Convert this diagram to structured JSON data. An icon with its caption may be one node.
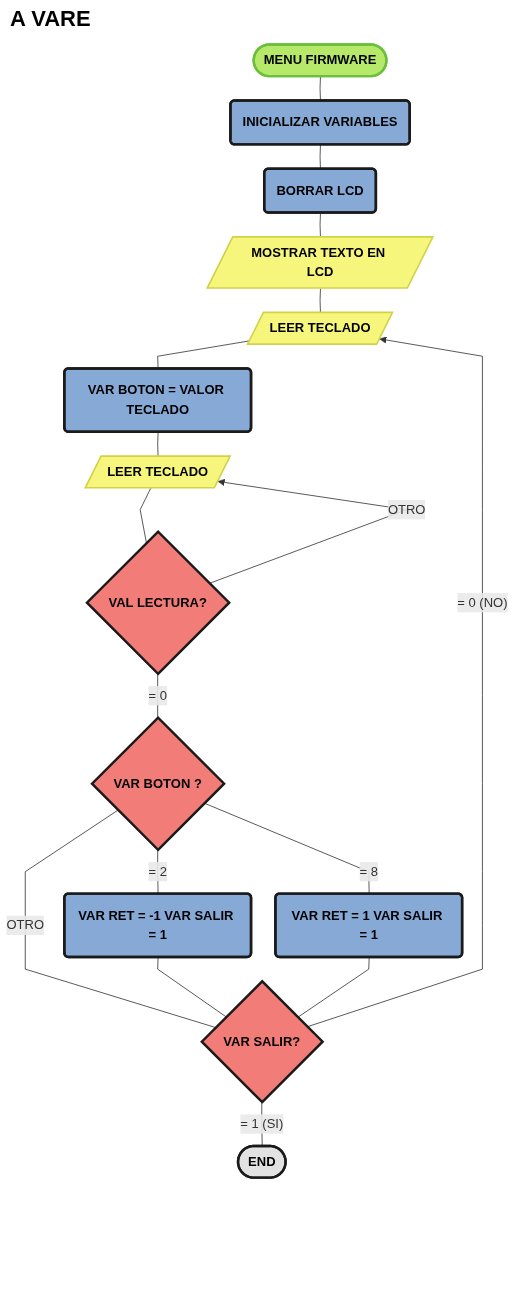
{
  "diagram": {
    "title": "A VARE",
    "nodes": [
      {
        "text": [
          "MENU FIRMWARE"
        ]
      },
      {
        "text": [
          "INICIALIZAR VARIABLES"
        ]
      },
      {
        "text": [
          "BORRAR LCD"
        ]
      },
      {
        "text": [
          "MOSTRAR TEXTO EN LCD"
        ]
      },
      {
        "text": [
          "LEER TECLADO"
        ]
      },
      {
        "text": [
          "VAR BOTON = VALOR TECLADO"
        ]
      },
      {
        "text": [
          "LEER TECLADO"
        ]
      },
      {
        "text": [
          "VAL LECTURA?"
        ]
      },
      {
        "text": [
          "VAR BOTON ?"
        ]
      },
      {
        "text": [
          "VAR RET = -1 VAR SALIR = 1"
        ]
      },
      {
        "text": [
          "VAR RET = 1 VAR SALIR = 1"
        ]
      },
      {
        "text": [
          "VAR SALIR?"
        ]
      },
      {
        "text": [
          "END"
        ]
      }
    ],
    "edges": [
      {
        "from": 0,
        "to": 1,
        "arrow": "none"
      },
      {
        "from": 1,
        "to": 2,
        "arrow": "none"
      },
      {
        "from": 2,
        "to": 3,
        "arrow": "none"
      },
      {
        "from": 3,
        "to": 4,
        "arrow": "none"
      },
      {
        "from": 4,
        "to": 5,
        "arrow": "none"
      },
      {
        "from": 5,
        "to": 6,
        "arrow": "none"
      },
      {
        "from": 6,
        "to": 7,
        "arrow": "none"
      },
      {
        "from": 7,
        "to": 6,
        "arrow": "to",
        "label": "OTRO"
      },
      {
        "from": 7,
        "to": 8,
        "arrow": "none",
        "label": "= 0"
      },
      {
        "from": 8,
        "to": 9,
        "arrow": "none",
        "label": "= 2"
      },
      {
        "from": 8,
        "to": 11,
        "arrow": "none",
        "label": "OTRO"
      },
      {
        "from": 8,
        "to": 10,
        "arrow": "none",
        "label": "= 8"
      },
      {
        "from": 9,
        "to": 11,
        "arrow": "none"
      },
      {
        "from": 10,
        "to": 11,
        "arrow": "none"
      },
      {
        "from": 11,
        "to": 4,
        "arrow": "to",
        "label": "= 0 (NO)"
      },
      {
        "from": 11,
        "to": 12,
        "arrow": "none",
        "label": "= 1 (SI)"
      }
    ]
  }
}
